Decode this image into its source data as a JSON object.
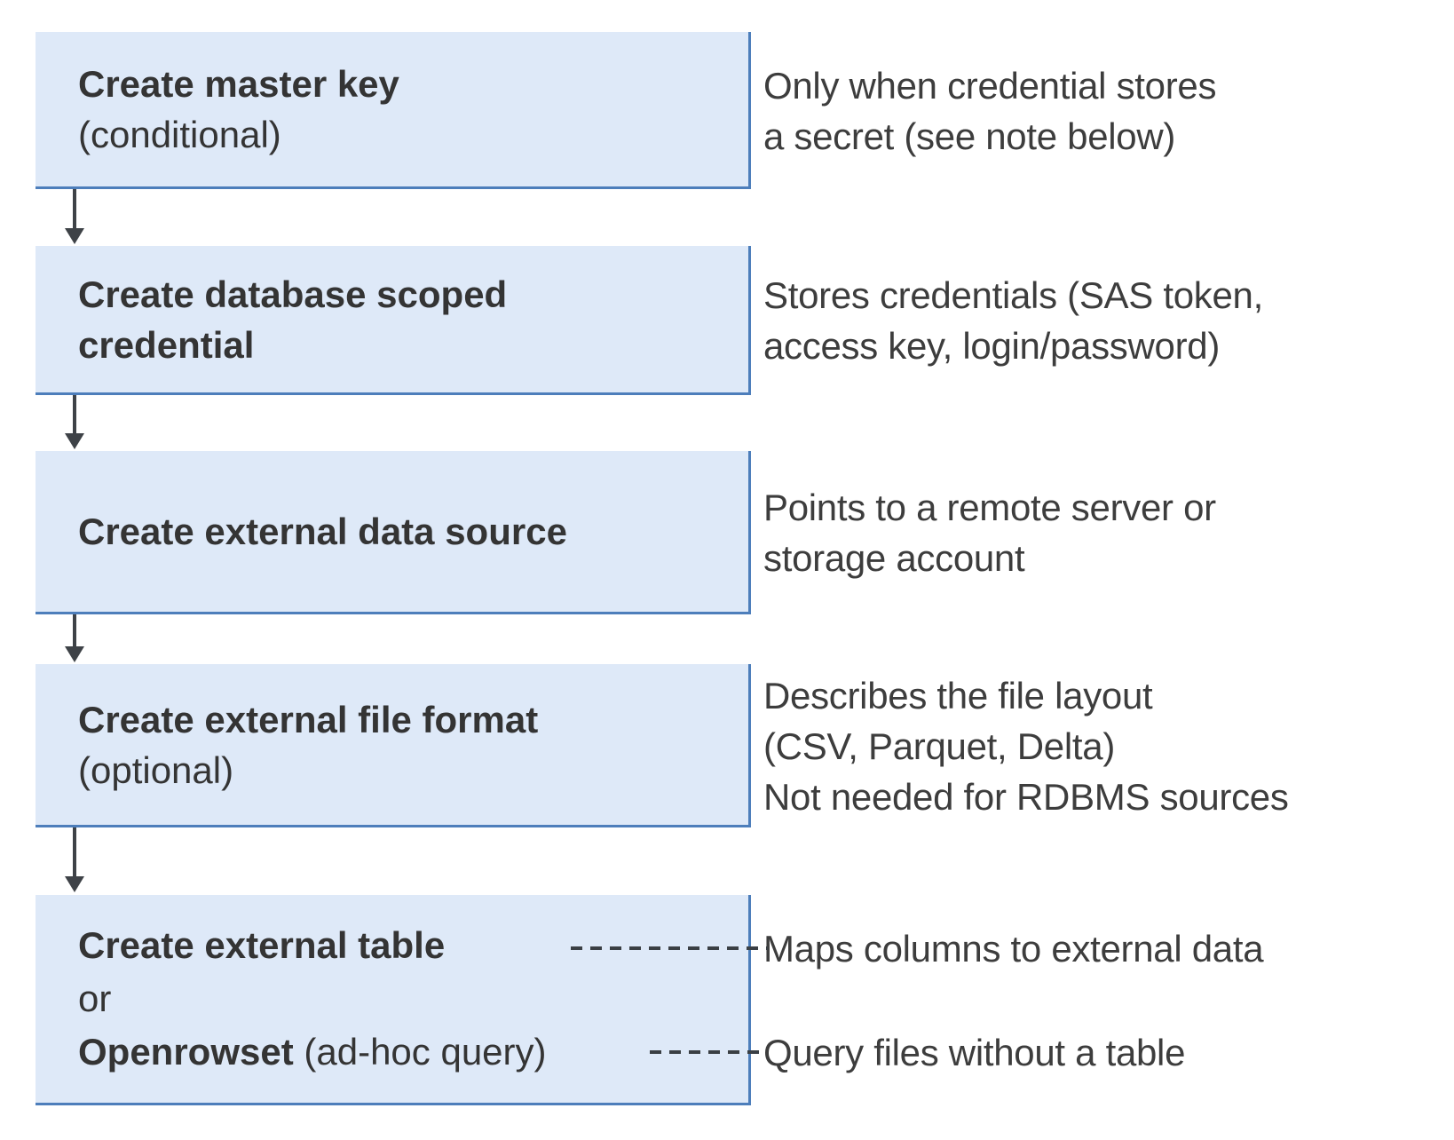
{
  "diagram": {
    "steps": [
      {
        "id": "create-master-key",
        "label_lines": [
          {
            "text": "Create master key",
            "bold": true
          },
          {
            "text": "(conditional)",
            "bold": false
          }
        ],
        "annotation_lines": [
          "Only when credential stores",
          "a secret (see note below)"
        ]
      },
      {
        "id": "create-database-scoped-credential",
        "label_lines": [
          {
            "text": "Create database scoped",
            "bold": true
          },
          {
            "text": "credential",
            "bold": true
          }
        ],
        "annotation_lines": [
          "Stores credentials (SAS token,",
          "access key, login/password)"
        ]
      },
      {
        "id": "create-external-data-source",
        "label_lines": [
          {
            "text": "Create external data source",
            "bold": true
          }
        ],
        "annotation_lines": [
          "Points to a remote server or",
          "storage account"
        ]
      },
      {
        "id": "create-external-file-format",
        "label_lines": [
          {
            "text": "Create external file format",
            "bold": true
          },
          {
            "text": "(optional)",
            "bold": false
          }
        ],
        "annotation_lines": [
          "Describes the file layout",
          "(CSV, Parquet, Delta)",
          "Not needed for RDBMS sources"
        ]
      },
      {
        "id": "create-external-table-or-openrowset",
        "label_lines": [
          {
            "text": "Create external table",
            "bold": true
          },
          {
            "text": "or",
            "bold": false
          },
          {
            "text": "Openrowset",
            "bold": true,
            "suffix": " (ad-hoc query)"
          }
        ]
      }
    ],
    "callouts": [
      {
        "text": "Maps columns to external data",
        "connector": "dashed",
        "from_line": "Create external table"
      },
      {
        "text": "Query files without a table",
        "connector": "dashed",
        "from_line": "Openrowset (ad-hoc query)"
      }
    ],
    "colors": {
      "box_fill": "#dee9f8",
      "box_border": "#4d7ebb",
      "arrow": "#3e4247",
      "dash": "#3a3f44",
      "box_text": "#343434",
      "annotation_text": "#3d3d3d",
      "background": "#ffffff"
    }
  }
}
